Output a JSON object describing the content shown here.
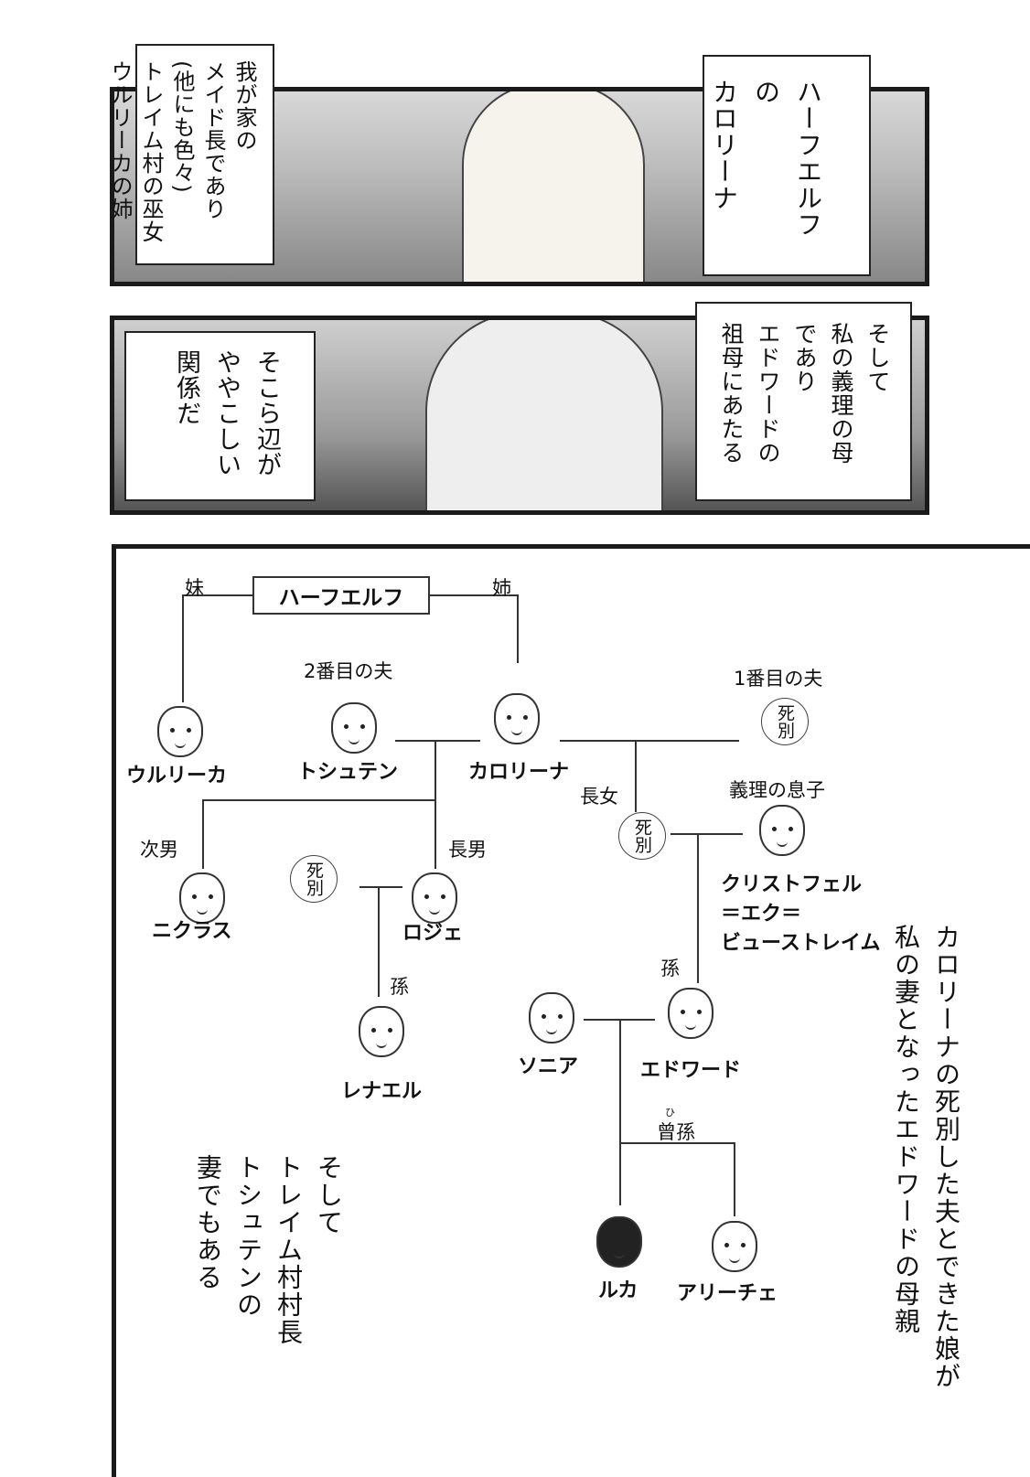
{
  "panel1": {
    "caption_left": [
      "我が家の",
      "メイド長であり",
      "(他にも色々)",
      "トレイム村の巫女",
      "ウルリーカの姉"
    ],
    "caption_right": [
      "ハーフエルフの",
      "カロリーナ"
    ]
  },
  "panel2": {
    "caption_left": [
      "そこら辺が",
      "ややこしい",
      "関係だ"
    ],
    "caption_right": [
      "そして",
      "私の義理の母",
      "であり",
      "エドワードの",
      "祖母にあたる"
    ]
  },
  "tree": {
    "root": "ハーフエルフ",
    "labels": {
      "younger_sister": "妹",
      "older_sister": "姉",
      "second_husband": "2番目の夫",
      "first_husband": "1番目の夫",
      "eldest_daughter": "長女",
      "son_in_law": "義理の息子",
      "second_son": "次男",
      "eldest_son": "長男",
      "grandchild_left": "孫",
      "grandchild_right": "孫",
      "great_grandchild": "曾孫",
      "great_grandchild_ruby": "ひ",
      "deceased": "死別"
    },
    "names": {
      "ulrika": "ウルリーカ",
      "toshuten": "トシュテン",
      "karolina": "カロリーナ",
      "kristofel": [
        "クリストフェル",
        "＝エク＝",
        "ビューストレイム"
      ],
      "niklas": "ニクラス",
      "roje": "ロジェ",
      "renael": "レナエル",
      "sonia": "ソニア",
      "edward": "エドワード",
      "luka": "ルカ",
      "ariche": "アリーチェ"
    }
  },
  "narration": {
    "right": [
      "カロリーナの死別した夫とできた娘が",
      "私の妻となったエドワードの母親"
    ],
    "left": [
      "そして",
      "トレイム村村長",
      "トシュテンの",
      "妻でもある"
    ]
  }
}
